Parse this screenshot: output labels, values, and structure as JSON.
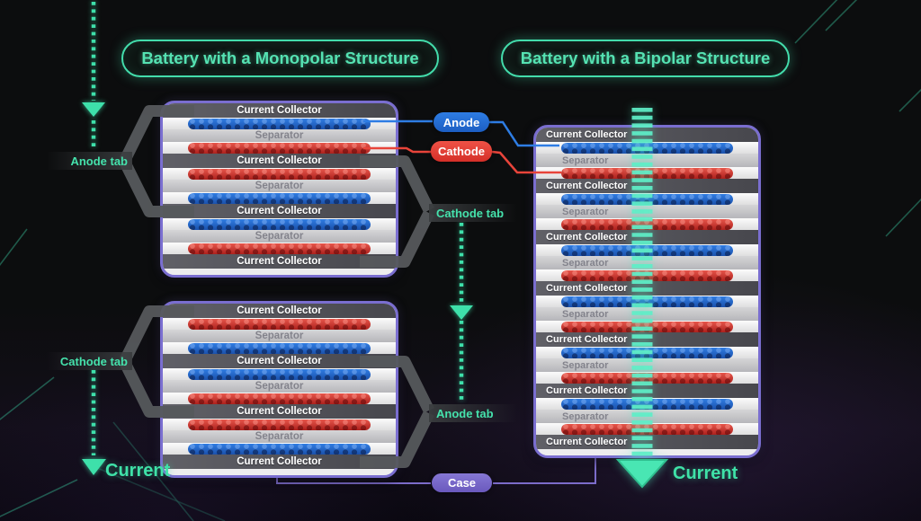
{
  "header": {
    "monopolar_title": "Battery with a Monopolar Structure",
    "bipolar_title": "Battery with a Bipolar Structure"
  },
  "labels": {
    "anode_tab": "Anode tab",
    "cathode_tab": "Cathode tab",
    "anode": "Anode",
    "cathode": "Cathode",
    "case": "Case",
    "current": "Current"
  },
  "layer_labels": {
    "current_collector": "Current Collector",
    "separator": "Separator"
  },
  "stacks": {
    "monopolar_top": {
      "layers": [
        "cc",
        "blue",
        "sep",
        "red",
        "cc",
        "red",
        "sep",
        "blue",
        "cc",
        "blue",
        "sep",
        "red",
        "cc"
      ]
    },
    "monopolar_bottom": {
      "layers": [
        "cc",
        "red",
        "sep",
        "blue",
        "cc",
        "blue",
        "sep",
        "red",
        "cc",
        "red",
        "sep",
        "blue",
        "cc"
      ]
    },
    "bipolar": {
      "layers": [
        "cc",
        "blue",
        "sep",
        "red",
        "cc",
        "blue",
        "sep",
        "red",
        "cc",
        "blue",
        "sep",
        "red",
        "cc",
        "blue",
        "sep",
        "red",
        "cc",
        "blue",
        "sep",
        "red",
        "cc",
        "blue",
        "sep",
        "red",
        "cc"
      ]
    }
  },
  "colors": {
    "accent_green": "#3fe2a8",
    "anode_blue": "#2673dc",
    "cathode_red": "#e2443a",
    "case_purple": "#7b6bc9",
    "collector_gray": "#55555b",
    "separator_gray": "#c3c3c7",
    "stack_border_purple": "#7a6ed0",
    "tab_gray": "#56595c"
  }
}
